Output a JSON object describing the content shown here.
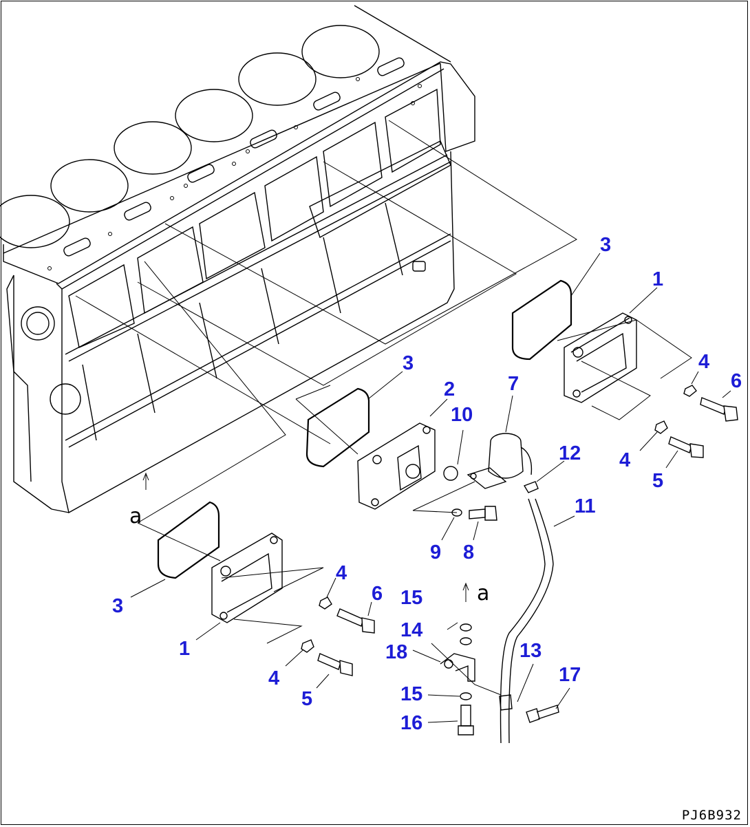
{
  "drawing_code": "PJ6B932",
  "view_marker": {
    "letter": "a"
  },
  "callouts": [
    {
      "id": "c-3-top",
      "label": "3"
    },
    {
      "id": "c-1-top",
      "label": "1"
    },
    {
      "id": "c-4-top-a",
      "label": "4"
    },
    {
      "id": "c-6-top",
      "label": "6"
    },
    {
      "id": "c-4-top-b",
      "label": "4"
    },
    {
      "id": "c-5-top",
      "label": "5"
    },
    {
      "id": "c-3-mid",
      "label": "3"
    },
    {
      "id": "c-2",
      "label": "2"
    },
    {
      "id": "c-10",
      "label": "10"
    },
    {
      "id": "c-7",
      "label": "7"
    },
    {
      "id": "c-12",
      "label": "12"
    },
    {
      "id": "c-11",
      "label": "11"
    },
    {
      "id": "c-9",
      "label": "9"
    },
    {
      "id": "c-8",
      "label": "8"
    },
    {
      "id": "c-3-bot",
      "label": "3"
    },
    {
      "id": "c-4-bot-a",
      "label": "4"
    },
    {
      "id": "c-6-bot",
      "label": "6"
    },
    {
      "id": "c-1-bot",
      "label": "1"
    },
    {
      "id": "c-4-bot-b",
      "label": "4"
    },
    {
      "id": "c-5-bot",
      "label": "5"
    },
    {
      "id": "c-15-top",
      "label": "15"
    },
    {
      "id": "c-14",
      "label": "14"
    },
    {
      "id": "c-18",
      "label": "18"
    },
    {
      "id": "c-13",
      "label": "13"
    },
    {
      "id": "c-17",
      "label": "17"
    },
    {
      "id": "c-15-bot",
      "label": "15"
    },
    {
      "id": "c-16",
      "label": "16"
    }
  ],
  "colors": {
    "callout": "#1d1dd6",
    "linework": "#000000",
    "background": "#ffffff"
  }
}
